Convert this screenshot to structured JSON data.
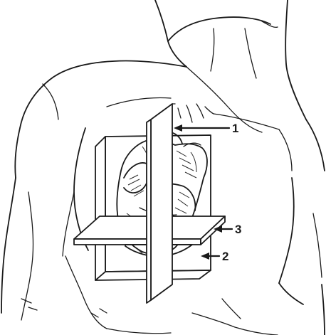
{
  "labels": {
    "plane_1": "1",
    "plane_2": "2",
    "plane_3": "3"
  },
  "colors": {
    "ink": "#1a1a1a",
    "background": "#ffffff"
  }
}
